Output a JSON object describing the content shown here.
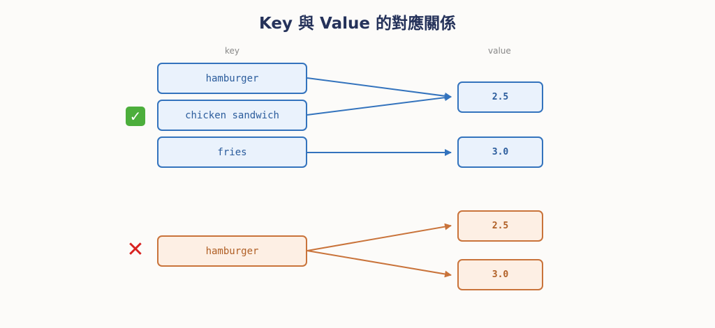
{
  "title": "Key 與 Value 的對應關係",
  "column_labels": {
    "key": "key",
    "value": "value"
  },
  "valid_mapping": {
    "keys": [
      "hamburger",
      "chicken sandwich",
      "fries"
    ],
    "values": [
      "2.5",
      "3.0"
    ],
    "edges": [
      {
        "from": "hamburger",
        "to": "2.5"
      },
      {
        "from": "chicken sandwich",
        "to": "2.5"
      },
      {
        "from": "fries",
        "to": "3.0"
      }
    ],
    "marker_icon": "check-mark-icon"
  },
  "invalid_mapping": {
    "keys": [
      "hamburger"
    ],
    "values": [
      "2.5",
      "3.0"
    ],
    "edges": [
      {
        "from": "hamburger",
        "to": "2.5"
      },
      {
        "from": "hamburger",
        "to": "3.0"
      }
    ],
    "marker_icon": "cross-mark-icon"
  },
  "colors": {
    "valid": "#3373bd",
    "invalid": "#c9733a"
  }
}
